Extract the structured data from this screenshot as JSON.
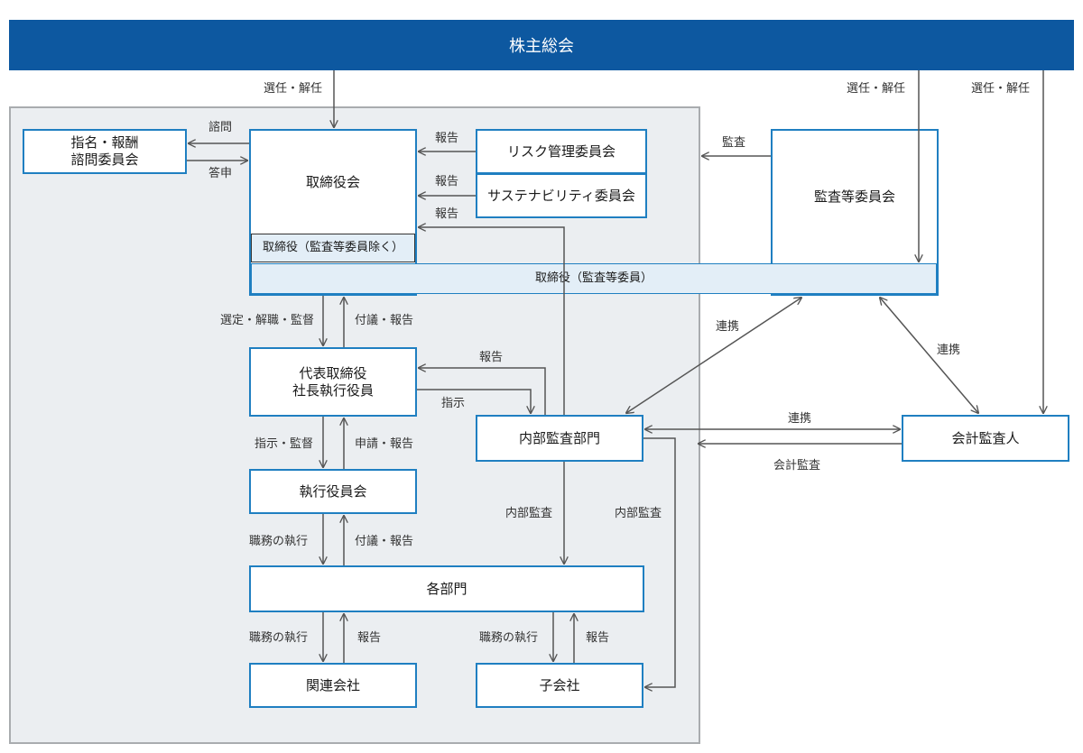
{
  "header": {
    "title": "株主総会"
  },
  "nodes": {
    "nomination": "指名・報酬\n諮問委員会",
    "board": "取締役会",
    "directors_excl": "取締役（監査等委員除く）",
    "directors_audit": "取締役（監査等委員）",
    "risk": "リスク管理委員会",
    "sustain": "サステナビリティ委員会",
    "audit_committee": "監査等委員会",
    "ceo": "代表取締役\n社長執行役員",
    "exec_committee": "執行役員会",
    "internal_audit": "内部監査部門",
    "accounting_auditor": "会計監査人",
    "departments": "各部門",
    "affiliates": "関連会社",
    "subsidiaries": "子会社"
  },
  "labels": {
    "elect_board": "選任・解任",
    "elect_audit": "選任・解任",
    "elect_acct": "選任・解任",
    "consult": "諮問",
    "answer": "答申",
    "report_risk": "報告",
    "report_sustain": "報告",
    "report_ia_board": "報告",
    "audit": "監査",
    "appoint": "選定・解職・監督",
    "refer_report_1": "付議・報告",
    "report_ceo": "報告",
    "instruct_ia": "指示",
    "instruct_supervise": "指示・監督",
    "apply_report": "申請・報告",
    "duty_exec_1": "職務の執行",
    "refer_report_2": "付議・報告",
    "internal_audit_1": "内部監査",
    "internal_audit_2": "内部監査",
    "coop_1": "連携",
    "coop_2": "連携",
    "coop_3": "連携",
    "accounting_audit": "会計監査",
    "duty_exec_2": "職務の執行",
    "report_2": "報告",
    "duty_exec_3": "職務の執行",
    "report_3": "報告"
  }
}
